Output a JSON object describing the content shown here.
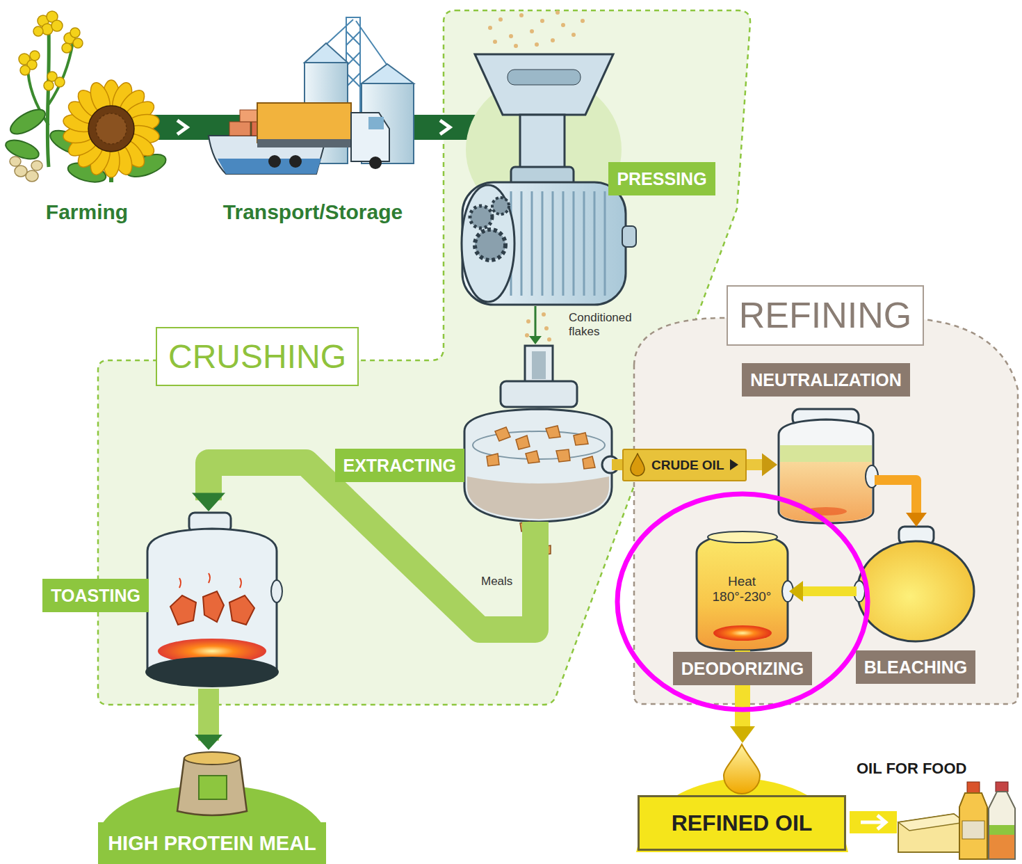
{
  "diagram": {
    "nodes": [
      {
        "text": [
          "CRUSHING"
        ]
      },
      {
        "text": [
          "PRESSING"
        ],
        "in": 0
      },
      {
        "text": [
          "EXTRACTING"
        ],
        "in": 0
      },
      {
        "text": [
          "TOASTING"
        ],
        "in": 0
      },
      {
        "text": [
          "HIGH PROTEIN MEAL"
        ]
      },
      {
        "text": [
          "CRUDE OIL"
        ]
      },
      {
        "text": [
          "REFINING"
        ]
      },
      {
        "text": [
          "NEUTRALIZATION"
        ],
        "in": 6
      },
      {
        "text": [
          "BLEACHING"
        ],
        "in": 6
      },
      {
        "text": [
          "DEODORIZING"
        ],
        "in": 6
      },
      {
        "text": [
          "REFINED OIL"
        ]
      }
    ],
    "edges": [
      {
        "from": 1,
        "to": 2,
        "arrow": "to",
        "label": "Conditioned flakes"
      },
      {
        "from": 2,
        "to": 3,
        "arrow": "to",
        "label": "Meals"
      },
      {
        "from": 3,
        "to": 4,
        "arrow": "to"
      },
      {
        "from": 2,
        "to": 5,
        "arrow": "none"
      },
      {
        "from": 5,
        "to": 7,
        "arrow": "to"
      },
      {
        "from": 7,
        "to": 8,
        "arrow": "to"
      },
      {
        "from": 8,
        "to": 9,
        "arrow": "to"
      },
      {
        "from": 9,
        "to": 10,
        "arrow": "to"
      }
    ],
    "labels": [
      "Farming",
      "Transport/Storage",
      "Heat 180°-230°",
      "OIL FOR FOOD"
    ]
  }
}
